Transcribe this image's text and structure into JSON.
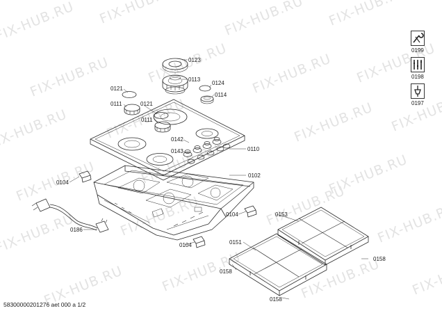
{
  "watermark": "FIX-HUB.RU",
  "document_number": "58300000201276 aet 000 a 1/2",
  "callouts": {
    "c0123": "0123",
    "c0113": "0113",
    "c0124": "0124",
    "c0121a": "0121",
    "c0114": "0114",
    "c0111a": "0111",
    "c0121b": "0121",
    "c0111b": "0111",
    "c0142": "0142",
    "c0143": "0143",
    "c0110": "0110",
    "c0102": "0102",
    "c0104a": "0104",
    "c0104b": "0104",
    "c0104c": "0104",
    "c0186": "0186",
    "c0153": "0153",
    "c0151": "0151",
    "c0158a": "0158",
    "c0158b": "0158",
    "c0158c": "0158"
  },
  "side_panel": [
    {
      "label": "0199",
      "icon": "wrench-screwdriver-icon"
    },
    {
      "label": "0198",
      "icon": "tools-icon"
    },
    {
      "label": "0197",
      "icon": "grease-gun-icon"
    }
  ],
  "colors": {
    "line": "#2a2a2a",
    "watermark": "#e3e3e3"
  }
}
